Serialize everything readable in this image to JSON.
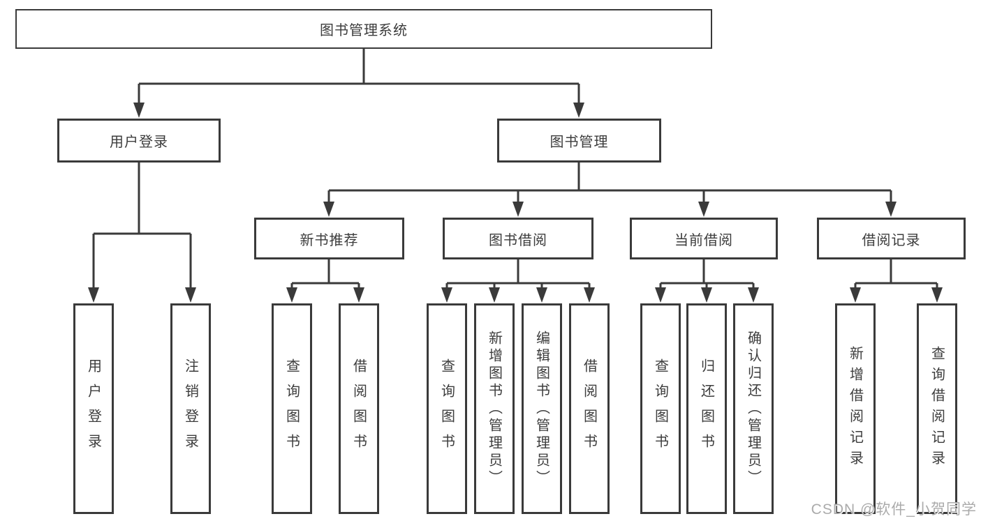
{
  "watermark": "CSDN @软件_小贺同学",
  "colors": {
    "line": "#3a3a3a",
    "box_border": "#3a3a3a",
    "text": "#3c3c3c",
    "watermark": "#ababab",
    "background": "#ffffff"
  },
  "diagram": {
    "type": "hierarchy-tree",
    "root": {
      "label": "图书管理系统",
      "children": [
        {
          "label": "用户登录",
          "children": [
            {
              "label": "用户登录"
            },
            {
              "label": "注销登录"
            }
          ]
        },
        {
          "label": "图书管理",
          "children": [
            {
              "label": "新书推荐",
              "children": [
                {
                  "label": "查询图书"
                },
                {
                  "label": "借阅图书"
                }
              ]
            },
            {
              "label": "图书借阅",
              "children": [
                {
                  "label": "查询图书"
                },
                {
                  "label": "新增图书（管理员）"
                },
                {
                  "label": "编辑图书（管理员）"
                },
                {
                  "label": "借阅图书"
                }
              ]
            },
            {
              "label": "当前借阅",
              "children": [
                {
                  "label": "查询图书"
                },
                {
                  "label": "归还图书"
                },
                {
                  "label": "确认归还（管理员）"
                }
              ]
            },
            {
              "label": "借阅记录",
              "children": [
                {
                  "label": "新增借阅记录"
                },
                {
                  "label": "查询借阅记录"
                }
              ]
            }
          ]
        }
      ]
    }
  }
}
